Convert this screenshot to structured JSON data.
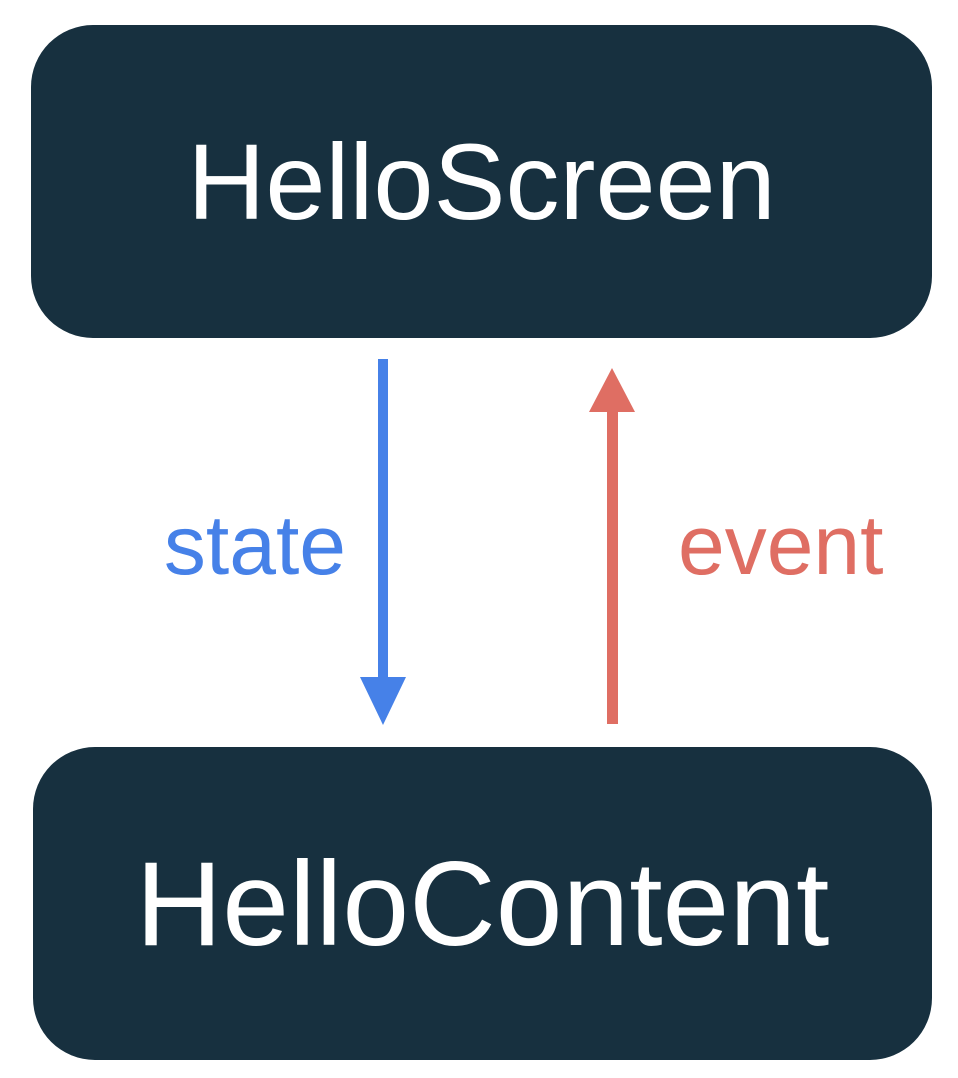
{
  "diagram": {
    "nodes": [
      {
        "id": "helloscreen",
        "label": "HelloScreen"
      },
      {
        "id": "hellocontent",
        "label": "HelloContent"
      }
    ],
    "edges": [
      {
        "id": "state",
        "label": "state",
        "from": "HelloScreen",
        "to": "HelloContent",
        "direction": "down",
        "color": "#4681E8"
      },
      {
        "id": "event",
        "label": "event",
        "from": "HelloContent",
        "to": "HelloScreen",
        "direction": "up",
        "color": "#DF6E63"
      }
    ],
    "colors": {
      "node_fill": "#17303F",
      "node_text": "#FFFFFF",
      "state_blue": "#4681E8",
      "event_red": "#DF6E63",
      "background": "#FFFFFF"
    }
  }
}
